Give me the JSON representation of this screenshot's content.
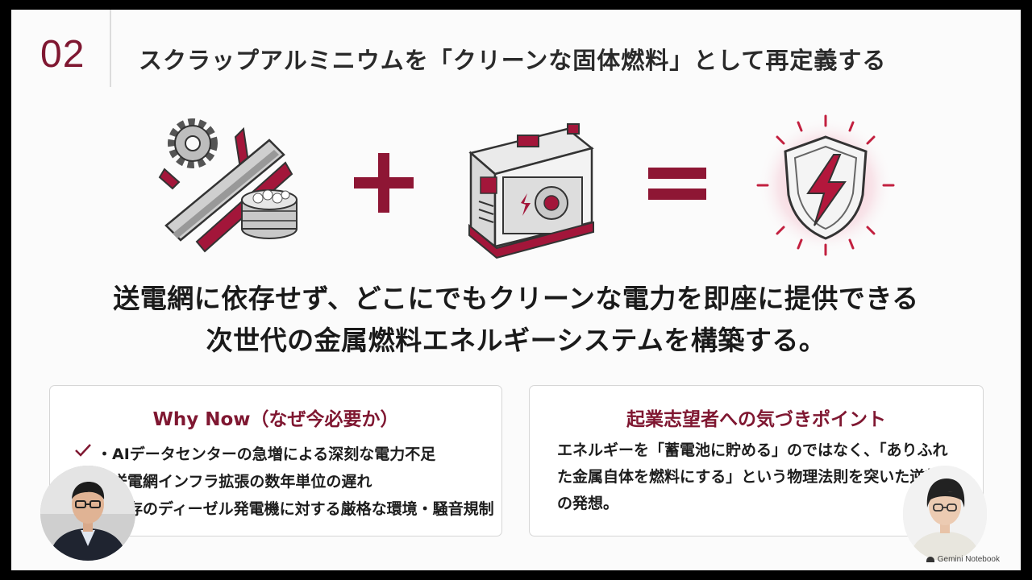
{
  "slide": {
    "number": "02",
    "title": "スクラップアルミニウムを「クリーンな固体燃料」として再定義する",
    "headline_line1": "送電網に依存せず、どこにでもクリーンな電力を即座に提供できる",
    "headline_line2": "次世代の金属燃料エネルギーシステムを構築する。",
    "equation": {
      "operand1_icon": "scrap-metal-gear-icon",
      "operator1": "plus",
      "operand2_icon": "generator-icon",
      "operator2": "equals",
      "result_icon": "shield-lightning-icon",
      "accent_color": "#a3163a"
    }
  },
  "why_now": {
    "title": "Why Now（なぜ今必要か）",
    "items": [
      "・AIデータセンターの急増による深刻な電力不足",
      "・送電網インフラ拡張の数年単位の遅れ",
      "・既存のディーゼル発電機に対する厳格な環境・騒音規制"
    ]
  },
  "insight": {
    "title": "起業志望者への気づきポイント",
    "body": "エネルギーを「蓄電池に貯める」のではなく、「ありふれた金属自体を燃料にする」という物理法則を突いた逆転の発想。"
  },
  "participants": [
    {
      "icon": "participant-man-video"
    },
    {
      "icon": "participant-woman-video"
    }
  ],
  "brand": "Gemini Notebook",
  "colors": {
    "accent": "#7f1731",
    "crimson": "#a3163a",
    "background": "#fbfbfb"
  }
}
